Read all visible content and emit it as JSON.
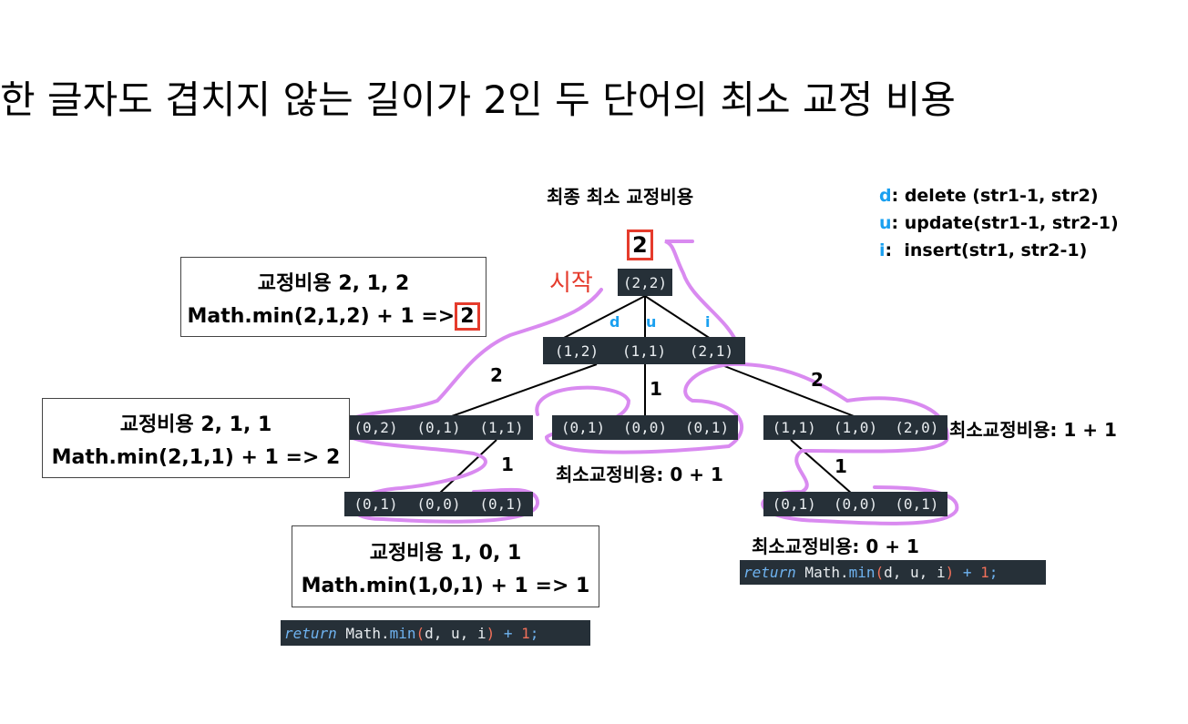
{
  "title": "한 글자도 겹치지 않는 길이가 2인 두 단어의 최소 교정 비용",
  "final_label": "최종 최소 교정비용",
  "final_value": "2",
  "start_label": "시작",
  "legend": [
    {
      "key": "d",
      "text": ": delete (str1-1, str2)"
    },
    {
      "key": "u",
      "text": ": update(str1-1, str2-1)"
    },
    {
      "key": "i",
      "text": ":  insert(str1, str2-1)"
    }
  ],
  "root_node": "(2,2)",
  "branch_labels": {
    "d": "d",
    "u": "u",
    "i": "i"
  },
  "level1": [
    "(1,2)",
    "(1,1)",
    "(2,1)"
  ],
  "level2_left": [
    "(0,2)",
    "(0,1)",
    "(1,1)"
  ],
  "level2_mid": [
    "(0,1)",
    "(0,0)",
    "(0,1)"
  ],
  "level2_right": [
    "(1,1)",
    "(1,0)",
    "(2,0)"
  ],
  "level3_left": [
    "(0,1)",
    "(0,0)",
    "(0,1)"
  ],
  "level3_right": [
    "(0,1)",
    "(0,0)",
    "(0,1)"
  ],
  "edge_costs": {
    "l1_left": "2",
    "l1_mid": "1",
    "l1_right": "2",
    "l2_left": "1",
    "l2_right": "1"
  },
  "cost_labels": {
    "right_l2": "최소교정비용: 1 + 1",
    "mid_l2": "최소교정비용: 0 + 1",
    "right_l3": "최소교정비용: 0 + 1"
  },
  "boxes": [
    {
      "line1": "교정비용 2, 1, 2",
      "line2": "Math.min(2,1,2) + 1 =>",
      "result": "2"
    },
    {
      "line1": "교정비용 2, 1, 1",
      "line2": "Math.min(2,1,1) + 1 => 2"
    },
    {
      "line1": "교정비용 1, 0, 1",
      "line2": "Math.min(1,0,1) + 1 => 1"
    }
  ],
  "code": {
    "kw": "return",
    "obj": " Math.",
    "fn": "min",
    "lp": "(",
    "args": "d, u, i",
    "rp": ")",
    "plus": " + ",
    "one": "1",
    "semi": ";"
  },
  "colors": {
    "node_bg": "#263038",
    "red": "#e53b2c",
    "blue": "#1aa0f0",
    "purple": "#d98af0"
  }
}
